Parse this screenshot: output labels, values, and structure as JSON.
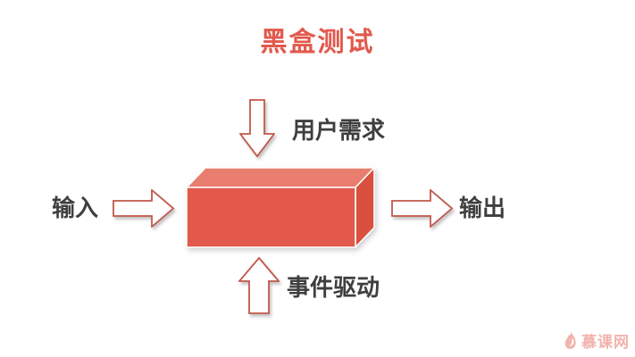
{
  "page": {
    "background": "#ffffff",
    "title": {
      "text": "黑盒测试",
      "color": "#e2594c"
    }
  },
  "diagram": {
    "box": {
      "name": "black-box",
      "front_color": "#e2584a",
      "top_color": "#e97e6e",
      "side_color": "#d9503e",
      "edge_color": "#ffffff"
    },
    "arrow_style": {
      "fill": "#ffffff",
      "stroke": "#c2574a"
    },
    "labels": {
      "color": "#3f3f3f",
      "top": "用户需求",
      "left": "输入",
      "right": "输出",
      "bottom": "事件驱动"
    }
  },
  "watermark": {
    "brand": "慕课网",
    "color": "#f2b3ac",
    "icon": "flame-icon"
  }
}
